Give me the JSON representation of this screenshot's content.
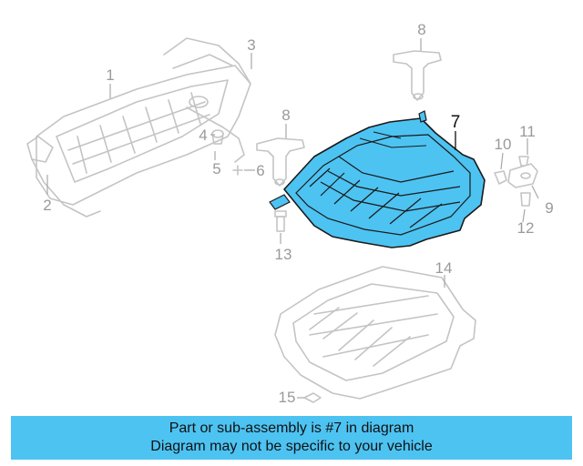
{
  "diagram": {
    "highlight_color": "#4dc3f2",
    "highlighted_part": "7",
    "callouts": {
      "c1": "1",
      "c2": "2",
      "c3": "3",
      "c4": "4",
      "c5": "5",
      "c6": "6",
      "c7": "7",
      "c8a": "8",
      "c8b": "8",
      "c9": "9",
      "c10": "10",
      "c11": "11",
      "c12": "12",
      "c13": "13",
      "c14": "14",
      "c15": "15"
    }
  },
  "footer": {
    "line1": "Part or sub-assembly is #7 in diagram",
    "line2": "Diagram may not be specific to your vehicle",
    "background": "#4dc3f2"
  }
}
